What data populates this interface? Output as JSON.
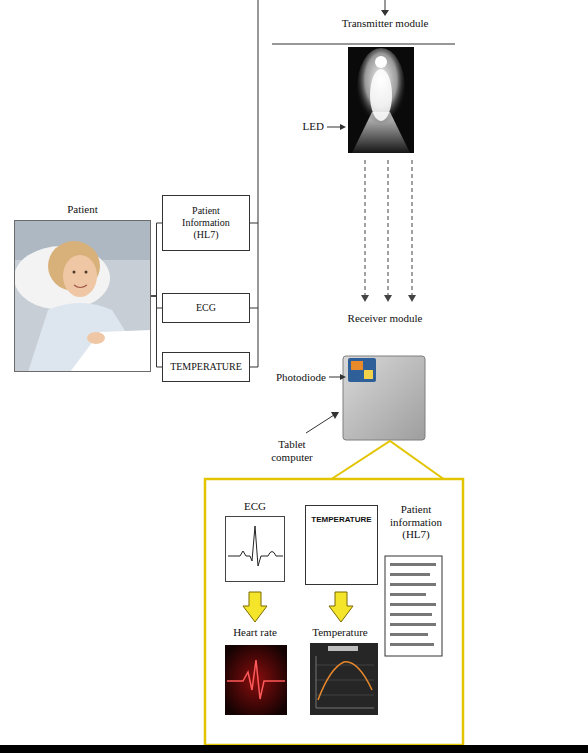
{
  "diagram": {
    "nodes": [
      {
        "text": [
          "Patient"
        ]
      },
      {
        "text": [
          "Patient Information (HL7)"
        ]
      },
      {
        "text": [
          "ECG"
        ]
      },
      {
        "text": [
          "TEMPERATURE"
        ]
      },
      {
        "text": [
          "ECG"
        ]
      },
      {
        "text": [
          "TEMPERATURE"
        ]
      }
    ],
    "edges": [
      {
        "from": 0,
        "to": 1,
        "arrow": "none"
      },
      {
        "from": 0,
        "to": 2,
        "arrow": "none"
      },
      {
        "from": 0,
        "to": 3,
        "arrow": "none"
      }
    ],
    "labels": [
      "Transmitter module",
      "LED",
      "Receiver module",
      "Photodiode",
      "Tablet computer",
      "Heart rate",
      "Temperature",
      "Patient information (HL7)"
    ]
  }
}
